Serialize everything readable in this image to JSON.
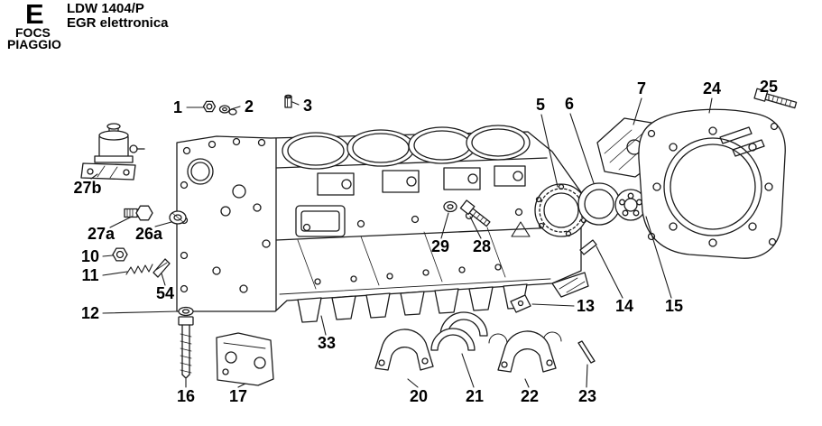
{
  "header": {
    "section_letter": "E",
    "brand_top": "FOCS",
    "brand_bottom": "PIAGGIO",
    "model": "LDW 1404/P",
    "variant": "EGR elettronica"
  },
  "diagram": {
    "description": "exploded-view-engine-crankcase-flywheel-housing",
    "line_color": "#1b1b1b",
    "background_color": "#ffffff"
  },
  "callouts": [
    {
      "id": "1"
    },
    {
      "id": "2"
    },
    {
      "id": "3"
    },
    {
      "id": "5"
    },
    {
      "id": "6"
    },
    {
      "id": "7"
    },
    {
      "id": "24"
    },
    {
      "id": "25"
    },
    {
      "id": "27b"
    },
    {
      "id": "27a"
    },
    {
      "id": "26a"
    },
    {
      "id": "10"
    },
    {
      "id": "11"
    },
    {
      "id": "54"
    },
    {
      "id": "12"
    },
    {
      "id": "29"
    },
    {
      "id": "28"
    },
    {
      "id": "13"
    },
    {
      "id": "14"
    },
    {
      "id": "15"
    },
    {
      "id": "33"
    },
    {
      "id": "16"
    },
    {
      "id": "17"
    },
    {
      "id": "20"
    },
    {
      "id": "21"
    },
    {
      "id": "22"
    },
    {
      "id": "23"
    }
  ]
}
